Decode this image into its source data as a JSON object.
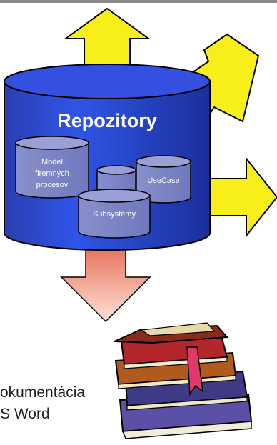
{
  "repository": {
    "title": "Repozitory",
    "model_label_lines": [
      "Model",
      "firemných",
      "procesov"
    ],
    "usecase_label": "UseCase",
    "subsystems_label": "Subsystémy"
  },
  "output": {
    "doc_line1": "okumentácia",
    "doc_line2": "S Word"
  },
  "colors": {
    "cylinder_blue": "#1f3fd0",
    "small_cylinder": "#8c93cf",
    "arrow_yellow": "#f8ef1a",
    "arrow_down_top": "#e36a4a",
    "arrow_down_bottom": "#ffd9cc"
  },
  "icons": {
    "books": "stack-of-books-icon"
  }
}
